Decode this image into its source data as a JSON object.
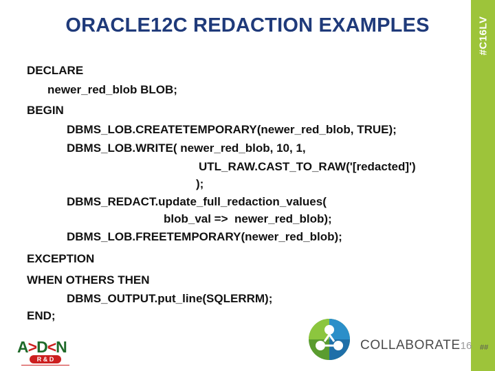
{
  "sidebar": {
    "tag": "#C16LV",
    "color": "#9dc43a"
  },
  "title": "ORACLE12C REDACTION EXAMPLES",
  "code": [
    "DECLARE",
    "newer_red_blob BLOB;",
    "BEGIN",
    "DBMS_LOB.CREATETEMPORARY(newer_red_blob, TRUE);",
    "DBMS_LOB.WRITE( newer_red_blob, 10, 1,",
    "UTL_RAW.CAST_TO_RAW('[redacted]')",
    ");",
    "DBMS_REDACT.update_full_redaction_values(",
    "blob_val =>  newer_red_blob);",
    "DBMS_LOB.FREETEMPORARY(newer_red_blob);",
    "EXCEPTION",
    "WHEN OTHERS THEN",
    "DBMS_OUTPUT.put_line(SQLERRM);",
    "END;"
  ],
  "footer": {
    "adn_logo": {
      "text_a": "A",
      "text_gt": ">",
      "text_d": "D",
      "text_lt": "<",
      "text_n": "N",
      "rd": "R & D"
    },
    "collaborate": {
      "word": "COLLABORATE",
      "num": "16"
    },
    "page_number": "##"
  }
}
